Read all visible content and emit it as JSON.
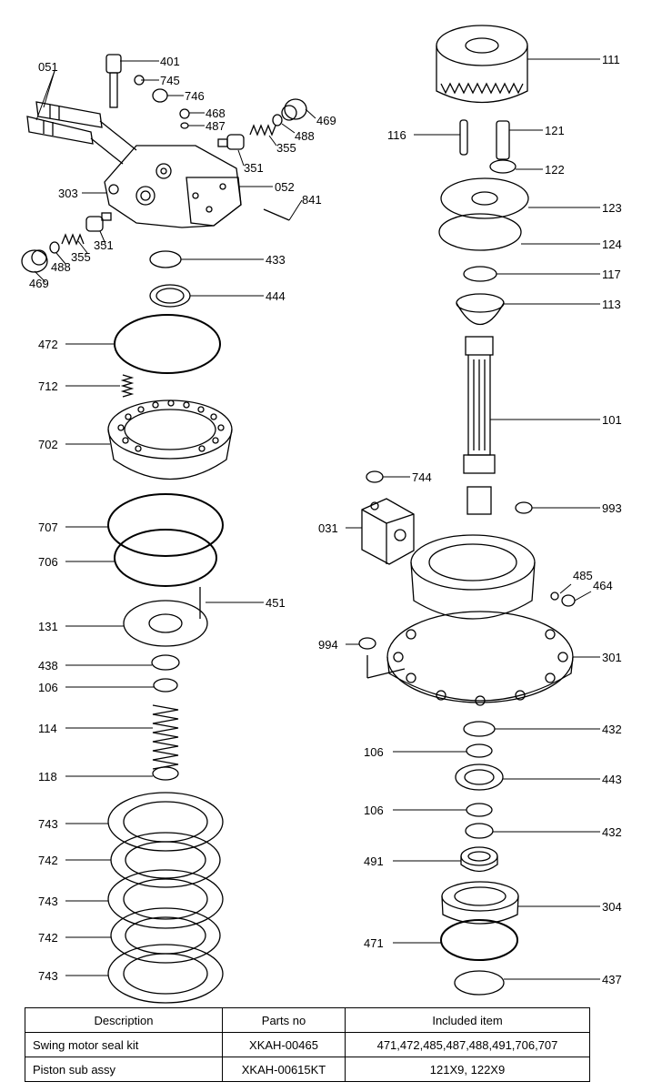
{
  "labels": [
    "051",
    "401",
    "745",
    "746",
    "468",
    "487",
    "469",
    "488",
    "355",
    "351",
    "052",
    "303",
    "841",
    "355",
    "488",
    "469",
    "351",
    "433",
    "444",
    "472",
    "712",
    "702",
    "707",
    "706",
    "451",
    "131",
    "438",
    "106",
    "114",
    "118",
    "743",
    "742",
    "743",
    "742",
    "743",
    "111",
    "116",
    "121",
    "122",
    "123",
    "124",
    "117",
    "113",
    "101",
    "744",
    "993",
    "031",
    "485",
    "464",
    "994",
    "301",
    "432",
    "106",
    "443",
    "106",
    "432",
    "491",
    "304",
    "471",
    "437"
  ],
  "table": {
    "headers": [
      "Description",
      "Parts no",
      "Included item"
    ],
    "rows": [
      [
        "Swing motor seal kit",
        "XKAH-00465",
        "471,472,485,487,488,491,706,707"
      ],
      [
        "Piston sub assy",
        "XKAH-00615KT",
        "121X9, 122X9"
      ]
    ]
  }
}
